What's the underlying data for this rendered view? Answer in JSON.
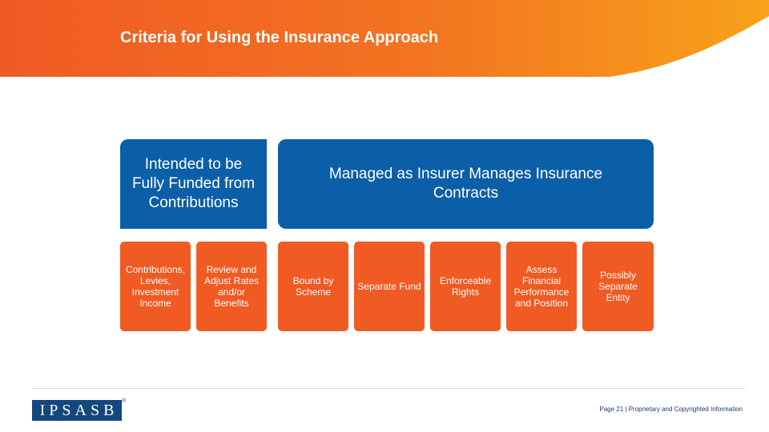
{
  "header": {
    "title": "Criteria for Using the Insurance Approach"
  },
  "criteria": {
    "funding": {
      "label": "Intended to be Fully Funded from Contributions",
      "items": [
        "Contributions, Levies, Investment Income",
        "Review and Adjust Rates and/or Benefits"
      ]
    },
    "management": {
      "label": "Managed as Insurer Manages Insurance Contracts",
      "items": [
        "Bound by Scheme",
        "Separate Fund",
        "Enforceable Rights",
        "Assess Financial Performance and Position",
        "Possibly Separate Entity"
      ]
    }
  },
  "footer": {
    "logo_text": "IPSASB",
    "logo_mark": "®",
    "page_text": "Page 21 | Proprietary and Copyrighted Information"
  },
  "colors": {
    "orange": "#f05a23",
    "blue": "#0b5ea8",
    "logo_blue": "#14477d",
    "banner_start": "#f05a23",
    "banner_end": "#f8a21a"
  }
}
